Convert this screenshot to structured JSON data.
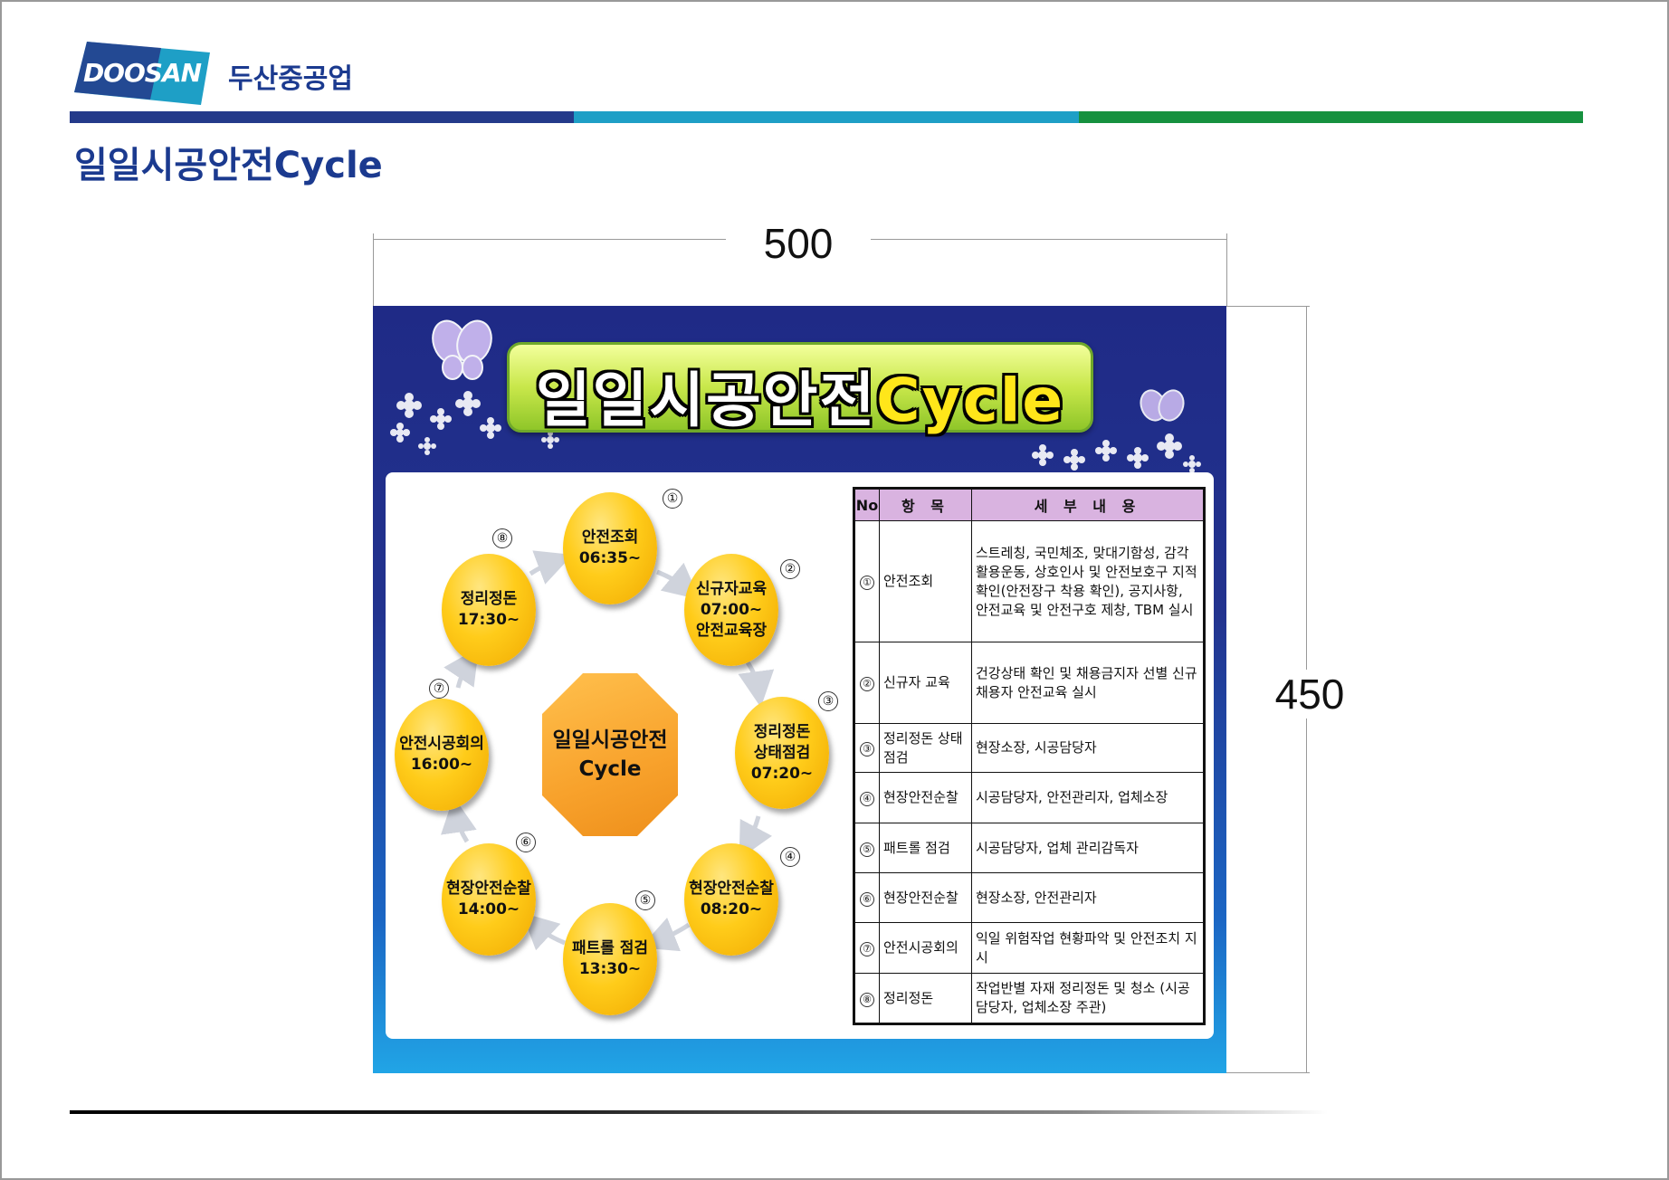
{
  "header": {
    "logo_text": "DOOSAN",
    "company": "두산중공업",
    "title": "일일시공안전Cycle",
    "colors": {
      "navy": "#243a8a",
      "cyan": "#1e9fc6",
      "green": "#16913f"
    }
  },
  "dimensions": {
    "width_label": "500",
    "height_label": "450"
  },
  "board": {
    "banner_ko": "일일시공안전",
    "banner_en": "Cycle",
    "center_line1": "일일시공안전",
    "center_line2": "Cycle",
    "steps": [
      {
        "num": "①",
        "lines": [
          "안전조회",
          "06:35~"
        ]
      },
      {
        "num": "②",
        "lines": [
          "신규자교육",
          "07:00~",
          "안전교육장"
        ]
      },
      {
        "num": "③",
        "lines": [
          "정리정돈",
          "상태점검",
          "07:20~"
        ]
      },
      {
        "num": "④",
        "lines": [
          "현장안전순찰",
          "08:20~"
        ]
      },
      {
        "num": "⑤",
        "lines": [
          "패트롤 점검",
          "13:30~"
        ]
      },
      {
        "num": "⑥",
        "lines": [
          "현장안전순찰",
          "14:00~"
        ]
      },
      {
        "num": "⑦",
        "lines": [
          "안전시공회의",
          "16:00~"
        ]
      },
      {
        "num": "⑧",
        "lines": [
          "정리정돈",
          "17:30~"
        ]
      }
    ],
    "table": {
      "headers": {
        "no": "No",
        "item": "항 목",
        "detail": "세 부 내 용"
      },
      "rows": [
        {
          "no": "①",
          "item": "안전조회",
          "detail": "스트레칭, 국민체조, 맞대기함성, 감각활용운동, 상호인사 및 안전보호구 지적확인(안전장구 착용 확인), 공지사항, 안전교육 및 안전구호 제창, TBM 실시"
        },
        {
          "no": "②",
          "item": "신규자 교육",
          "detail": "건강상태 확인 및 채용금지자 선별 신규채용자 안전교육 실시"
        },
        {
          "no": "③",
          "item": "정리정돈 상태점검",
          "detail": "현장소장, 시공담당자"
        },
        {
          "no": "④",
          "item": "현장안전순찰",
          "detail": "시공담당자, 안전관리자, 업체소장"
        },
        {
          "no": "⑤",
          "item": "패트롤 점검",
          "detail": "시공담당자, 업체 관리감독자"
        },
        {
          "no": "⑥",
          "item": "현장안전순찰",
          "detail": "현장소장, 안전관리자"
        },
        {
          "no": "⑦",
          "item": "안전시공회의",
          "detail": "익일 위험작업 현황파악 및 안전조치 지시"
        },
        {
          "no": "⑧",
          "item": "정리정돈",
          "detail": "작업반별 자재 정리정돈 및 청소 (시공담당자, 업체소장 주관)"
        }
      ]
    }
  }
}
